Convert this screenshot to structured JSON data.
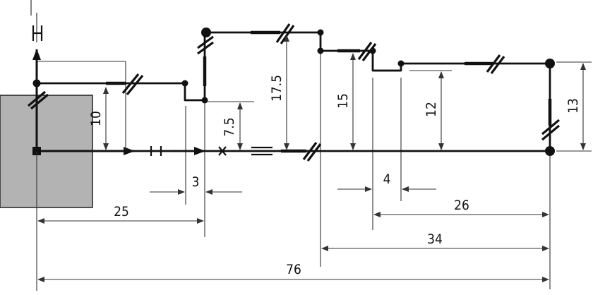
{
  "dimensions": {
    "d10": "10",
    "d7_5": "7.5",
    "d17_5": "17.5",
    "d15": "15",
    "d12": "12",
    "d13": "13",
    "d3": "3",
    "d25": "25",
    "d4": "4",
    "d26": "26",
    "d34": "34",
    "d76": "76"
  },
  "colors": {
    "geometry": "#111111",
    "dimension_lines": "#333333",
    "fixed_block": "#b3b3b3"
  }
}
